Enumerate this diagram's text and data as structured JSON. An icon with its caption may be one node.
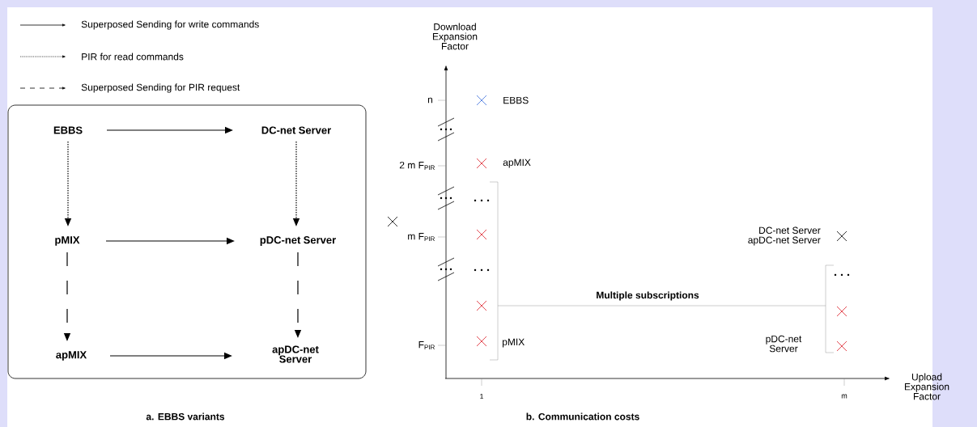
{
  "diagram": {
    "nodes": [
      {
        "text": [],
        "shape": "box"
      },
      {
        "text": [
          "EBBS"
        ],
        "in": 0
      },
      {
        "text": [
          "DC-net Server"
        ],
        "in": 0
      },
      {
        "text": [
          "pMIX"
        ],
        "in": 0
      },
      {
        "text": [
          "pDC-net Server"
        ],
        "in": 0
      },
      {
        "text": [
          "apMIX"
        ],
        "in": 0
      },
      {
        "text": [
          "apDC-net Server"
        ],
        "in": 0
      }
    ],
    "edges": [
      {
        "from": 1,
        "to": 2,
        "arrow": "to"
      },
      {
        "from": 1,
        "to": 3,
        "arrow": "to",
        "style": "dashed"
      },
      {
        "from": 2,
        "to": 4,
        "arrow": "to",
        "style": "dashed"
      },
      {
        "from": 3,
        "to": 4,
        "arrow": "to"
      },
      {
        "from": 3,
        "to": 5,
        "arrow": "to",
        "style": "dashed"
      },
      {
        "from": 4,
        "to": 6,
        "arrow": "to",
        "style": "dashed"
      },
      {
        "from": 5,
        "to": 6,
        "arrow": "to"
      }
    ],
    "labels": [
      "Download Expansion Factor",
      "n",
      "EBBS",
      "2 m F$_{PIR}$",
      "apMIX",
      "m F$_{PIR}$",
      "DC-net Server apDC-net Server",
      "Multiple subscriptions",
      "F$_{PIR}$",
      "pMIX",
      "pDC-net Server",
      "Upload Expansion Factor",
      "1",
      "m",
      "a. EBBS variants",
      "b. Communication costs"
    ],
    "legend": [
      {
        "text": "Superposed Sending for write commands"
      },
      {
        "text": "PIR for read commands"
      },
      {
        "text": "Superposed Sending for PIR request"
      }
    ]
  }
}
